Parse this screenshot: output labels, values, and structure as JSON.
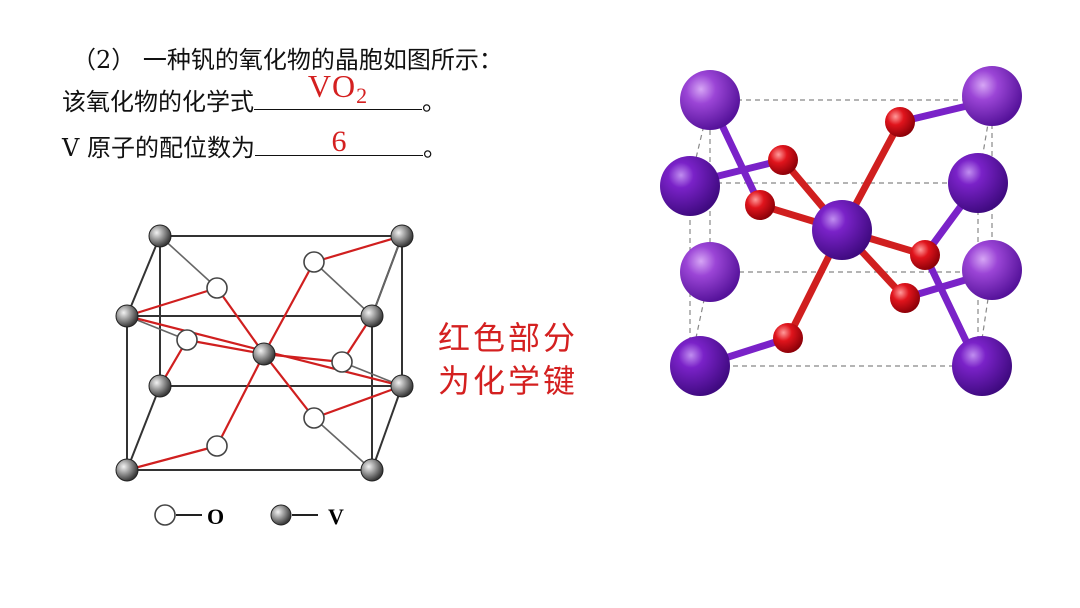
{
  "question": {
    "line_intro": "（2） 一种钒的氧化物的晶胞如图所示：",
    "line_formula_label": "该氧化物的化学式",
    "line_coord_label": "V 原子的配位数为",
    "answer_formula": "VO",
    "answer_formula_subscript": "2",
    "answer_coord": "6",
    "end_punct": "。"
  },
  "note": {
    "line1": "红色部分",
    "line2": "为化学键"
  },
  "legend": {
    "o_label": "O",
    "v_label": "V"
  },
  "colors": {
    "bond_red": "#d01f1f",
    "answer_red": "#d42020",
    "v_purple_light": "#9b45d6",
    "v_purple_dark": "#6a16b8",
    "o_red": "#e0141c",
    "v_gray": "#7a7a7a"
  }
}
